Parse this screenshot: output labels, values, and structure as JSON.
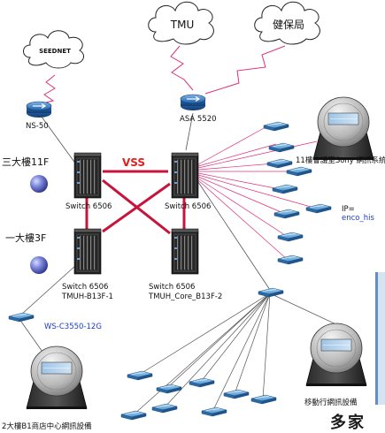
{
  "clouds": {
    "seednet": "SEEDNET",
    "tmu": "TMU",
    "nhi": "健保局"
  },
  "routers": {
    "ns50": "NS-50",
    "asa": "ASA 5520"
  },
  "floors": {
    "b3_11f": "三大樓11F",
    "b1_3f": "一大樓3F"
  },
  "vss": "VSS",
  "switches": {
    "tl": "Switch 6506",
    "tr": "Switch 6506",
    "bl_1": "Switch 6506",
    "bl_2": "TMUH-B13F-1",
    "br_1": "Switch 6506",
    "br_2": "TMUH_Core_B13F-2"
  },
  "access_switch_label": "WS-C3550-12G",
  "servers": {
    "sony": "11樓會議室Sony 網訊系統",
    "b1_center": "2大樓B1商店中心網訊設備",
    "mobile": "移動行網訊設備"
  },
  "ip": {
    "label": "IP=",
    "value": "enco_his"
  },
  "watermark": "多家"
}
